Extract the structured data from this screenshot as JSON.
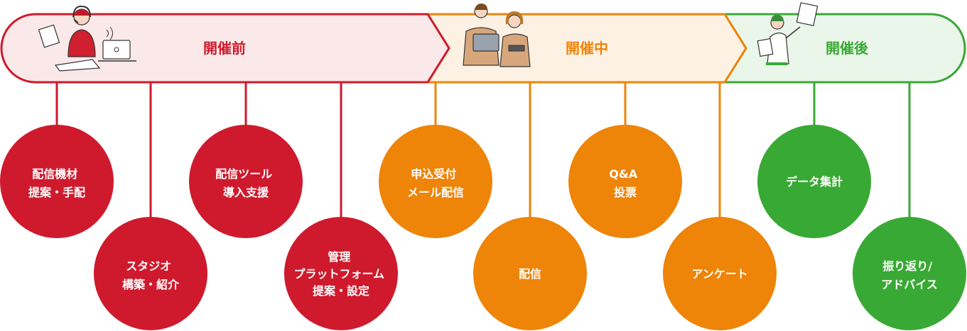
{
  "colors": {
    "before": "#cf1a2d",
    "during": "#ee8408",
    "after": "#39a935",
    "before_bg": "#fbe8e8",
    "during_bg": "#fdf1e4",
    "after_bg": "#eaf6e9"
  },
  "phases": [
    {
      "key": "before",
      "label": "開催前",
      "icon": "person-with-laptop-and-headset-illustration"
    },
    {
      "key": "during",
      "label": "開催中",
      "icon": "two-people-with-laptop-and-tablet-illustration"
    },
    {
      "key": "after",
      "label": "開催後",
      "icon": "person-holding-documents-illustration"
    }
  ],
  "services": [
    {
      "phase": "before",
      "lines": [
        "配信機材",
        "提案・手配"
      ]
    },
    {
      "phase": "before",
      "lines": [
        "スタジオ",
        "構築・紹介"
      ]
    },
    {
      "phase": "before",
      "lines": [
        "配信ツール",
        "導入支援"
      ]
    },
    {
      "phase": "before",
      "lines": [
        "管理",
        "プラットフォーム",
        "提案・設定"
      ]
    },
    {
      "phase": "during",
      "lines": [
        "申込受付",
        "メール配信"
      ]
    },
    {
      "phase": "during",
      "lines": [
        "配信"
      ]
    },
    {
      "phase": "during",
      "lines": [
        "Q&A",
        "投票"
      ]
    },
    {
      "phase": "during",
      "lines": [
        "アンケート"
      ]
    },
    {
      "phase": "after",
      "lines": [
        "データ集計"
      ]
    },
    {
      "phase": "after",
      "lines": [
        "振り返り/",
        "アドバイス"
      ]
    }
  ]
}
